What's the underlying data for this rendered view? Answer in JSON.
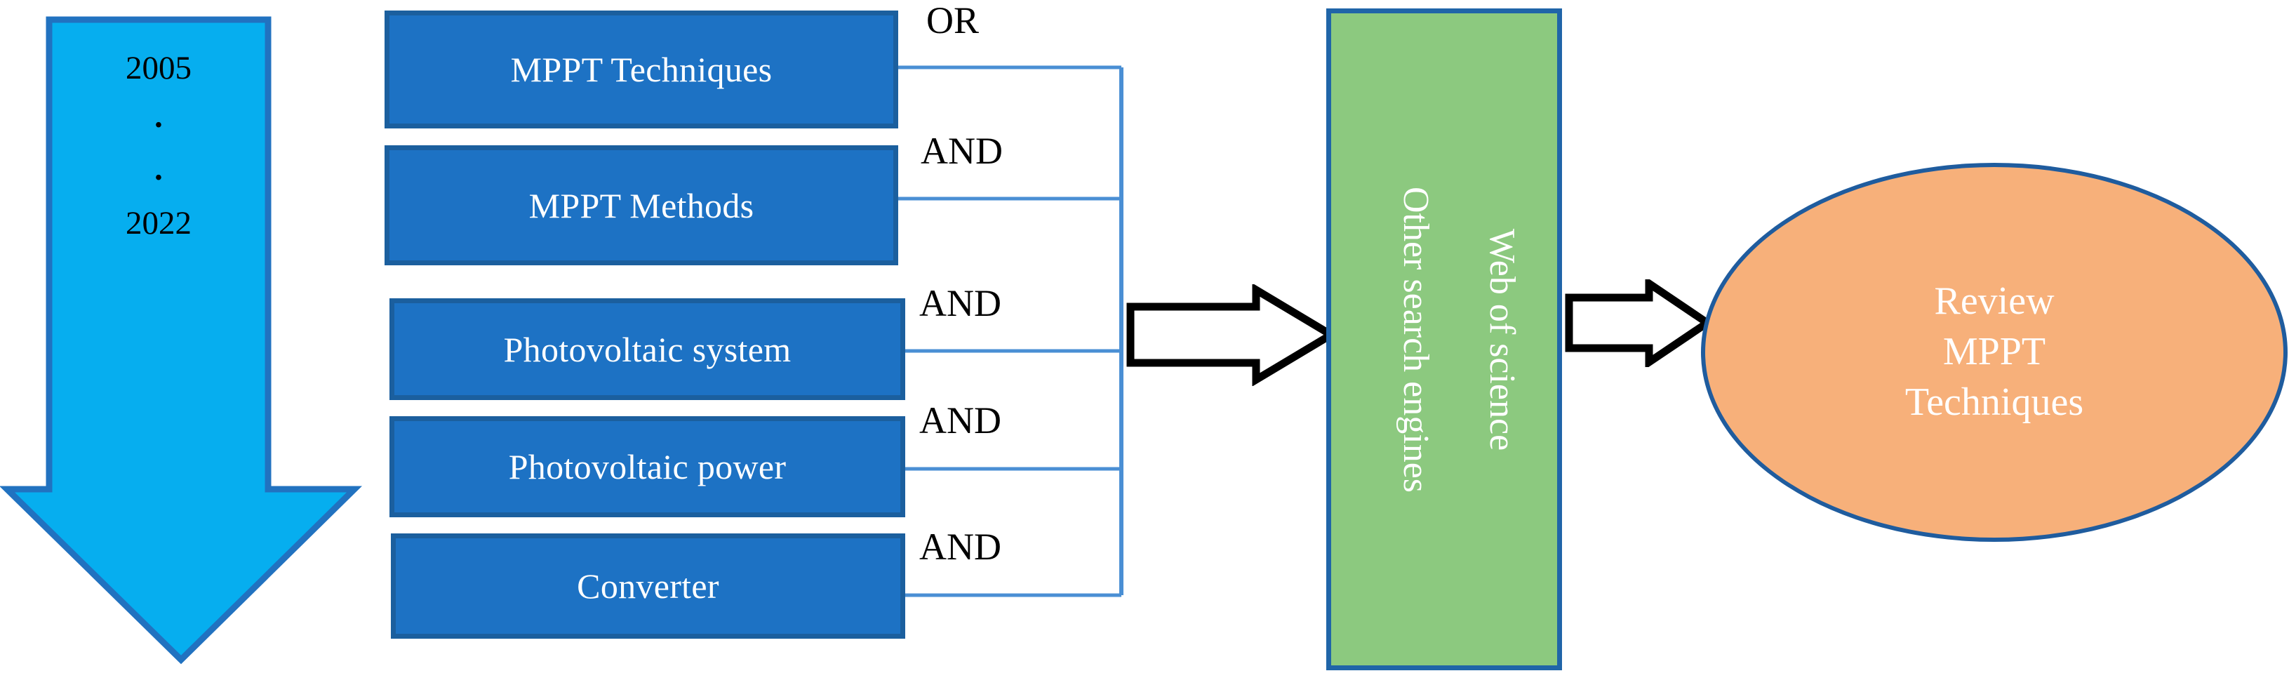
{
  "diagram": {
    "timeline": {
      "name": "publication-year-range-arrow",
      "start_year": "2005",
      "end_year": "2022",
      "dot_1": "·",
      "dot_2": "·",
      "fill_color": "#06aeef",
      "stroke_color": "#2172c0"
    },
    "keywords": {
      "fill_color": "#1d72c4",
      "stroke_color": "#1b5f9e",
      "text_color": "#ffffff",
      "items": [
        {
          "label": "MPPT Techniques",
          "operator": "OR"
        },
        {
          "label": "MPPT Methods",
          "operator": "AND"
        },
        {
          "label": "Photovoltaic system",
          "operator": "AND"
        },
        {
          "label": "Photovoltaic power",
          "operator": "AND"
        },
        {
          "label": "Converter",
          "operator": "AND"
        }
      ]
    },
    "connector": {
      "name": "boolean-bracket",
      "line_color": "#4a8fd4"
    },
    "arrows": [
      {
        "name": "arrow-to-database"
      },
      {
        "name": "arrow-to-output"
      }
    ],
    "database": {
      "fill_color": "#8cc97f",
      "stroke_color": "#2065a8",
      "text_color": "#ffffff",
      "labels": [
        "Other search engines",
        "Web of science"
      ]
    },
    "output": {
      "fill_color": "#f7b07a",
      "stroke_color": "#1f5c9e",
      "text_color": "#ffffff",
      "label": "Review\nMPPT\nTechniques"
    }
  }
}
